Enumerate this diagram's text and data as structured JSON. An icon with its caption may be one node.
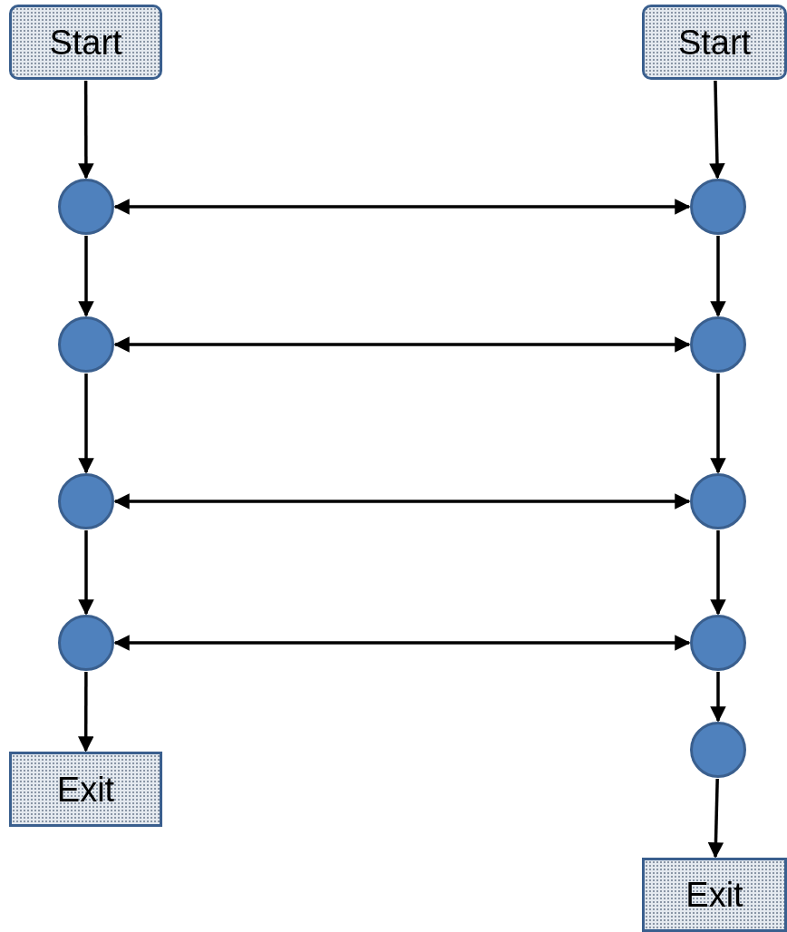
{
  "diagram": {
    "nodes": [
      {
        "text": [
          "Start"
        ]
      },
      {
        "text": [
          "Start"
        ]
      },
      {
        "text": [],
        "shape": "circle"
      },
      {
        "text": [],
        "shape": "circle"
      },
      {
        "text": [],
        "shape": "circle"
      },
      {
        "text": [],
        "shape": "circle"
      },
      {
        "text": [],
        "shape": "circle"
      },
      {
        "text": [],
        "shape": "circle"
      },
      {
        "text": [],
        "shape": "circle"
      },
      {
        "text": [],
        "shape": "circle"
      },
      {
        "text": [],
        "shape": "circle"
      },
      {
        "text": [
          "Exit"
        ]
      },
      {
        "text": [
          "Exit"
        ]
      }
    ],
    "edges": [
      {
        "from": 0,
        "to": 2,
        "arrow": "to"
      },
      {
        "from": 2,
        "to": 4,
        "arrow": "to"
      },
      {
        "from": 4,
        "to": 6,
        "arrow": "to"
      },
      {
        "from": 6,
        "to": 8,
        "arrow": "to"
      },
      {
        "from": 8,
        "to": 11,
        "arrow": "to"
      },
      {
        "from": 1,
        "to": 3,
        "arrow": "to"
      },
      {
        "from": 3,
        "to": 5,
        "arrow": "to"
      },
      {
        "from": 5,
        "to": 7,
        "arrow": "to"
      },
      {
        "from": 7,
        "to": 9,
        "arrow": "to"
      },
      {
        "from": 9,
        "to": 10,
        "arrow": "to"
      },
      {
        "from": 10,
        "to": 12,
        "arrow": "to"
      },
      {
        "from": 2,
        "to": 3,
        "arrow": "both"
      },
      {
        "from": 4,
        "to": 5,
        "arrow": "both"
      },
      {
        "from": 6,
        "to": 7,
        "arrow": "both"
      },
      {
        "from": 8,
        "to": 9,
        "arrow": "both"
      }
    ]
  }
}
